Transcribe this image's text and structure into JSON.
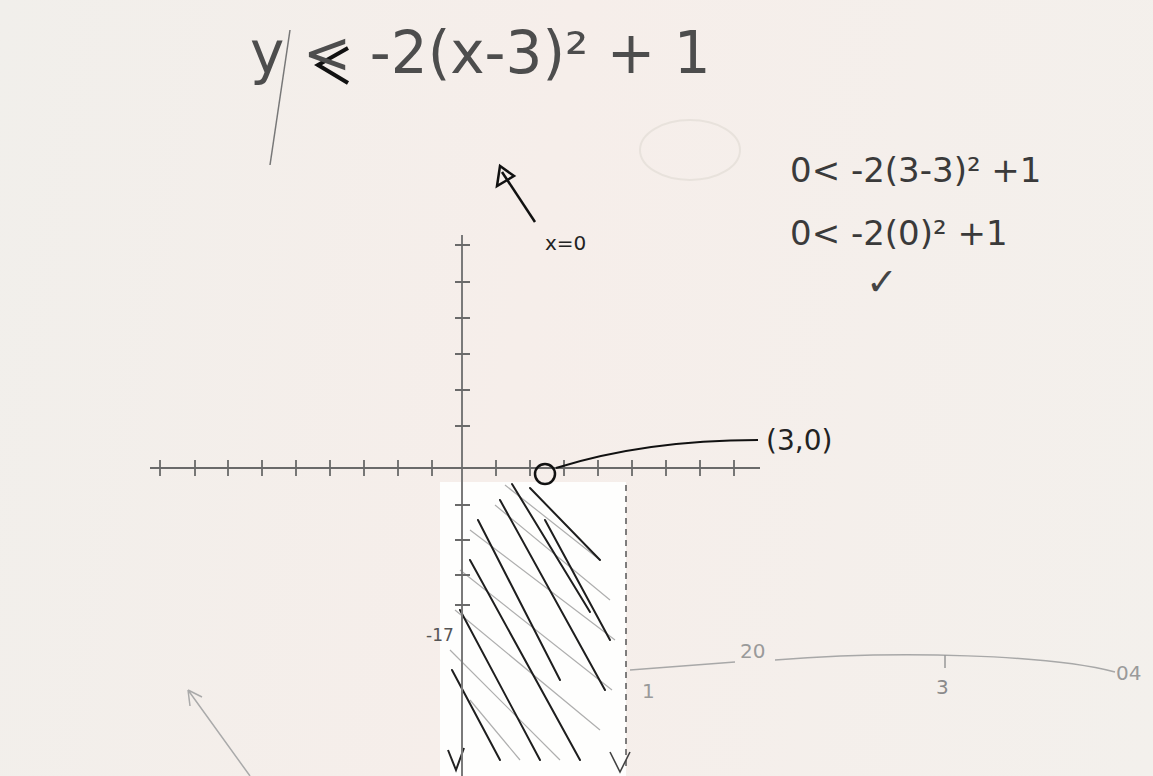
{
  "diagram": {
    "labels": [
      "y < -2(x-3)² + 1",
      "x=0",
      "0< -2(3-3)² +1",
      "0< -2(0)² +1",
      "✓",
      "(3,0)",
      "-17",
      "20",
      "3",
      "04",
      "1"
    ]
  }
}
